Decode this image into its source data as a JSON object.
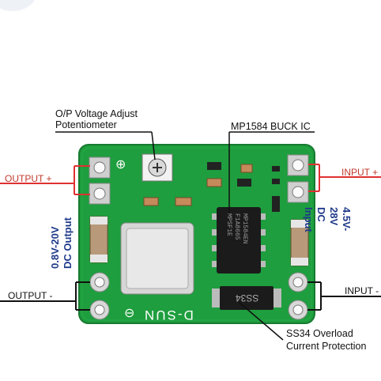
{
  "labels": {
    "pot": [
      "O/P Voltage Adjust",
      "Potentiometer"
    ],
    "ic": "MP1584 BUCK IC",
    "output_plus": "OUTPUT +",
    "input_plus": "INPUT +",
    "output_minus": "OUTPUT -",
    "input_minus": "INPUT -",
    "dc_output": [
      "0.8V-20V",
      "DC Output"
    ],
    "dc_input": [
      "4.5V-28V",
      "DC Input"
    ],
    "ss34": [
      "SS34 Overload",
      "Current Protection"
    ]
  },
  "board": {
    "silkscreen": "D-SUN",
    "ic_marking": [
      "MP1584EN",
      "F1A8665",
      "MPSF1E"
    ],
    "diode_marking": "SS34",
    "symbols": [
      "⊕",
      "⊖"
    ]
  },
  "colors": {
    "pcb": "#1e9e3e",
    "label_red": "#c0392b",
    "label_blue": "#1f3a8a",
    "leader_red": "#e03030",
    "leader_black": "#111111"
  }
}
